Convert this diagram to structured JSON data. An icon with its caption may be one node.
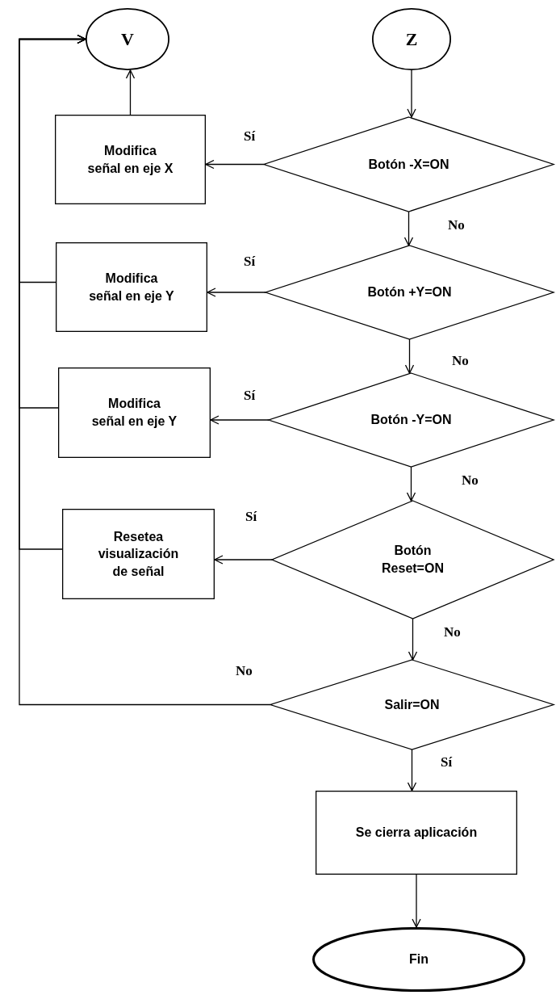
{
  "diagram": {
    "nodes": [
      {
        "text": [
          "V"
        ]
      },
      {
        "text": [
          "Z"
        ]
      },
      {
        "text": [
          "Modifica señal en eje X"
        ]
      },
      {
        "text": [
          "Botón -X=ON"
        ]
      },
      {
        "text": [
          "Modifica señal en eje Y"
        ]
      },
      {
        "text": [
          "Botón +Y=ON"
        ]
      },
      {
        "text": [
          "Modifica señal en eje Y"
        ]
      },
      {
        "text": [
          "Botón -Y=ON"
        ]
      },
      {
        "text": [
          "Resetea visualización de señal"
        ]
      },
      {
        "text": [
          "Botón Reset=ON"
        ]
      },
      {
        "text": [
          "Salir=ON"
        ]
      },
      {
        "text": [
          "Se cierra aplicación"
        ]
      },
      {
        "text": [
          "Fin"
        ]
      }
    ],
    "edges": [
      {
        "from": 1,
        "to": 3,
        "arrow": "to"
      },
      {
        "from": 3,
        "to": 2,
        "arrow": "to",
        "label": "Sí"
      },
      {
        "from": 2,
        "to": 0,
        "arrow": "to"
      },
      {
        "from": 3,
        "to": 5,
        "arrow": "to",
        "label": "No"
      },
      {
        "from": 5,
        "to": 4,
        "arrow": "to",
        "label": "Sí"
      },
      {
        "from": 5,
        "to": 7,
        "arrow": "to",
        "label": "No"
      },
      {
        "from": 7,
        "to": 6,
        "arrow": "to",
        "label": "Sí"
      },
      {
        "from": 7,
        "to": 9,
        "arrow": "to",
        "label": "No"
      },
      {
        "from": 9,
        "to": 8,
        "arrow": "to",
        "label": "Sí"
      },
      {
        "from": 9,
        "to": 10,
        "arrow": "to",
        "label": "No"
      },
      {
        "from": 10,
        "to": 0,
        "arrow": "to",
        "label": "No"
      },
      {
        "from": 4,
        "to": 0,
        "arrow": "to"
      },
      {
        "from": 6,
        "to": 0,
        "arrow": "to"
      },
      {
        "from": 8,
        "to": 0,
        "arrow": "to"
      },
      {
        "from": 10,
        "to": 11,
        "arrow": "to",
        "label": "Sí"
      },
      {
        "from": 11,
        "to": 12,
        "arrow": "to"
      }
    ]
  }
}
